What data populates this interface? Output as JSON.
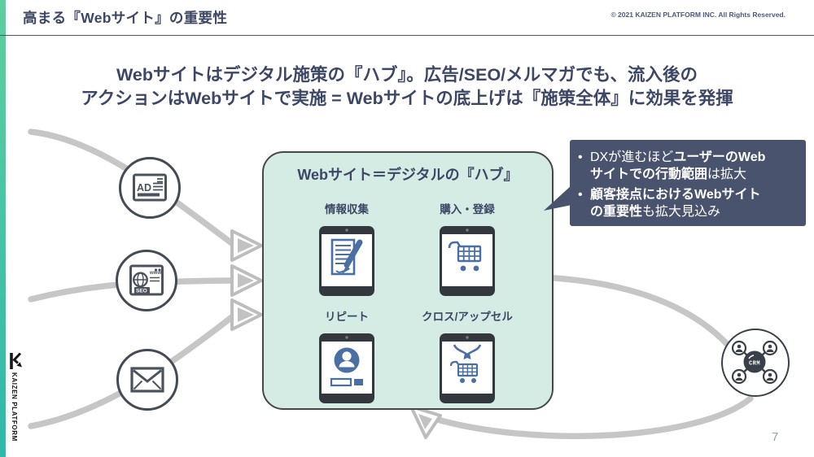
{
  "colors": {
    "navy": "#3d4765",
    "callout_bg": "#4a536d",
    "box_bg": "#d4ece4",
    "box_border": "#474747",
    "icon_gray": "#4b525c",
    "icon_blue": "#4a6fa3",
    "arrow": "#c6c6c6",
    "arrow_head_fill": "#c2c2c2",
    "bar_top": "#5ecf9e",
    "bar_bottom": "#2eb9ab",
    "page_number": "#9aa0a8",
    "logo_black": "#15171a"
  },
  "header": {
    "title": "高まる『Webサイト』の重要性",
    "copyright": "© 2021 KAIZEN PLATFORM INC. All Rights Reserved."
  },
  "headline": {
    "line1": "Webサイトはデジタル施策の『ハブ』。広告/SEO/メルマガでも、流入後の",
    "line2": "アクションはWebサイトで実施 = Webサイトの底上げは『施策全体』に効果を発揮"
  },
  "sources": {
    "ad_label": "AD",
    "seo_www": "www",
    "seo_label": "SEO"
  },
  "hub_box": {
    "title": "Webサイト＝デジタルの『ハブ』",
    "items": [
      {
        "label": "情報収集",
        "icon": "document-pen-tablet-icon"
      },
      {
        "label": "購入・登録",
        "icon": "shopping-cart-tablet-icon"
      },
      {
        "label": "リピート",
        "icon": "user-profile-tablet-icon"
      },
      {
        "label": "クロス/アップセル",
        "icon": "cross-upsell-cart-tablet-icon"
      }
    ]
  },
  "callout": {
    "bullets": [
      {
        "marker": "•",
        "pre": "DXが進むほど",
        "bold": "ユーザーのWebサイトでの行動範囲",
        "post": "は拡大"
      },
      {
        "marker": "•",
        "pre": "",
        "bold": "顧客接点におけるWebサイトの重要性",
        "post": "も拡大見込み"
      }
    ]
  },
  "crm": {
    "label": "CRM"
  },
  "footer": {
    "logo_text": "KAIZEN PLATFORM",
    "page_number": "7"
  }
}
